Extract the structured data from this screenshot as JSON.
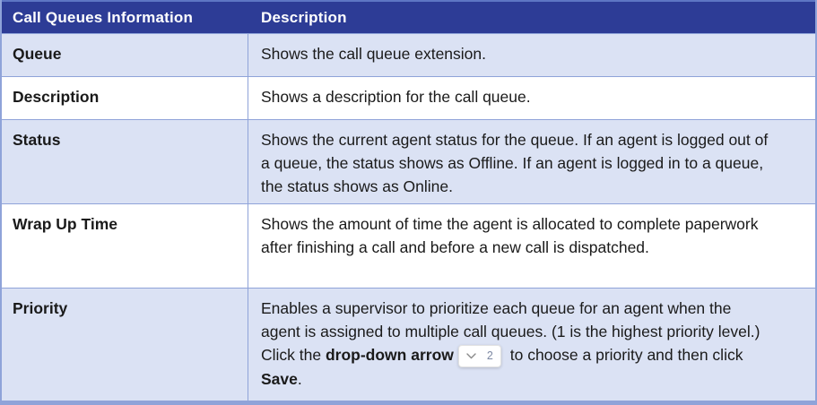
{
  "table": {
    "headers": [
      "Call Queues Information",
      "Description"
    ],
    "rows": [
      {
        "term": "Queue",
        "description": [
          {
            "text": "Shows the call queue extension."
          }
        ]
      },
      {
        "term": "Description",
        "description": [
          {
            "text": "Shows a description for the call queue."
          }
        ]
      },
      {
        "term": "Status",
        "description": [
          {
            "text": "Shows the current agent status for the queue. If an agent is logged out of a queue, the status shows as Offline. If an agent is logged in to a queue, the status shows as Online."
          }
        ]
      },
      {
        "term": "Wrap Up Time",
        "description": [
          {
            "text": "Shows the amount of time the agent is allocated to complete paperwork after finishing a call and before a new call is dispatched."
          }
        ]
      },
      {
        "term": "Priority",
        "description": [
          {
            "text": "Enables a supervisor to prioritize each queue for an agent when the agent is assigned to multiple call queues. (1 is the highest priority level.) Click the "
          },
          {
            "text": "drop-down arrow",
            "bold": true
          },
          {
            "widget": "priority-dropdown",
            "value": "2"
          },
          {
            "text": " to choose a priority and then click "
          },
          {
            "text": "Save",
            "bold": true
          },
          {
            "text": "."
          }
        ]
      }
    ],
    "colors": {
      "header_bg": "#2D3C96",
      "header_top_border": "#5E76C4",
      "header_text": "#FFFFFF",
      "row_alt_bg": "#DBE2F4",
      "row_bg": "#FFFFFF",
      "border": "#8FA3D9",
      "text": "#1A1A1A",
      "dropdown_value": "#7C88A3"
    }
  }
}
